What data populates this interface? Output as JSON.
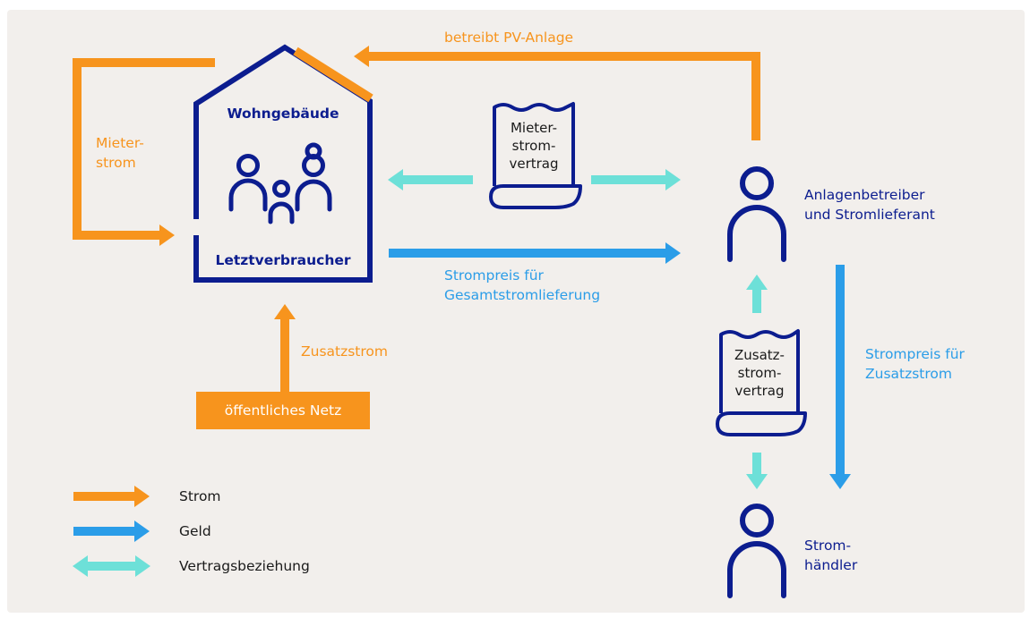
{
  "colors": {
    "background": "#f2efec",
    "strom": "#f7941d",
    "geld": "#2b9de8",
    "vertrag": "#6de0d8",
    "navy": "#0c1d8f"
  },
  "house": {
    "title": "Wohngebäude",
    "subtitle": "Letztverbraucher"
  },
  "labels": {
    "pv": "betreibt PV-Anlage",
    "mieterstrom": [
      "Mieter-",
      "strom"
    ],
    "zusatzstrom": "Zusatzstrom",
    "netz": "öffentliches Netz",
    "strompreis_gesamt": [
      "Strompreis für",
      "Gesamtstromlieferung"
    ],
    "strompreis_zusatz": [
      "Strompreis für",
      "Zusatzstrom"
    ]
  },
  "contracts": {
    "mieterstrom": [
      "Mieter-",
      "strom-",
      "vertrag"
    ],
    "zusatzstrom": [
      "Zusatz-",
      "strom-",
      "vertrag"
    ]
  },
  "actors": {
    "anlagenbetreiber": [
      "Anlagenbetreiber",
      "und Stromlieferant"
    ],
    "haendler": [
      "Strom-",
      "händler"
    ]
  },
  "legend": [
    {
      "label": "Strom",
      "color": "#f7941d",
      "style": "single"
    },
    {
      "label": "Geld",
      "color": "#2b9de8",
      "style": "single"
    },
    {
      "label": "Vertragsbeziehung",
      "color": "#6de0d8",
      "style": "double"
    }
  ],
  "icons": [
    "person-icon",
    "family-icon",
    "contract-document-icon",
    "solar-panel-icon"
  ]
}
